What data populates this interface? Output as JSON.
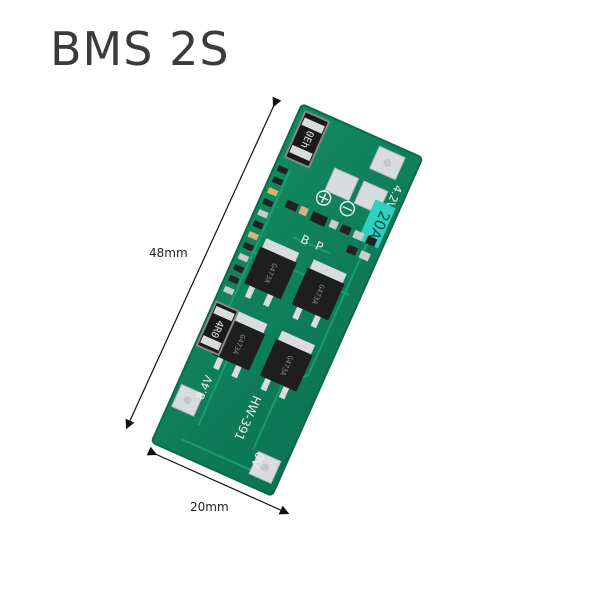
{
  "title": "BMS 2S",
  "dimensions": {
    "length": "48mm",
    "width": "20mm"
  },
  "board": {
    "model": "HW-391",
    "current_rating": "20A",
    "voltage_top": "4.2V",
    "voltage_bottom": "8.4V",
    "voltage_zero": "0V",
    "resistor_top": "0Eh",
    "resistor_bottom": "4R0",
    "label_b": "B",
    "label_p": "P",
    "mosfet_code_a": "G473A",
    "mosfet_code_b": "G473A",
    "mosfet_code_c": "G473A",
    "mosfet_code_d": "G473A"
  },
  "colors": {
    "pcb": "#0f7f5a",
    "pcb_edge": "#0a6a4a",
    "trace": "#1a9a6e",
    "pad": "#d9dcdf",
    "chip": "#1e1e1e",
    "label_box": "#2fd0c0",
    "text": "#3b3b3b"
  }
}
